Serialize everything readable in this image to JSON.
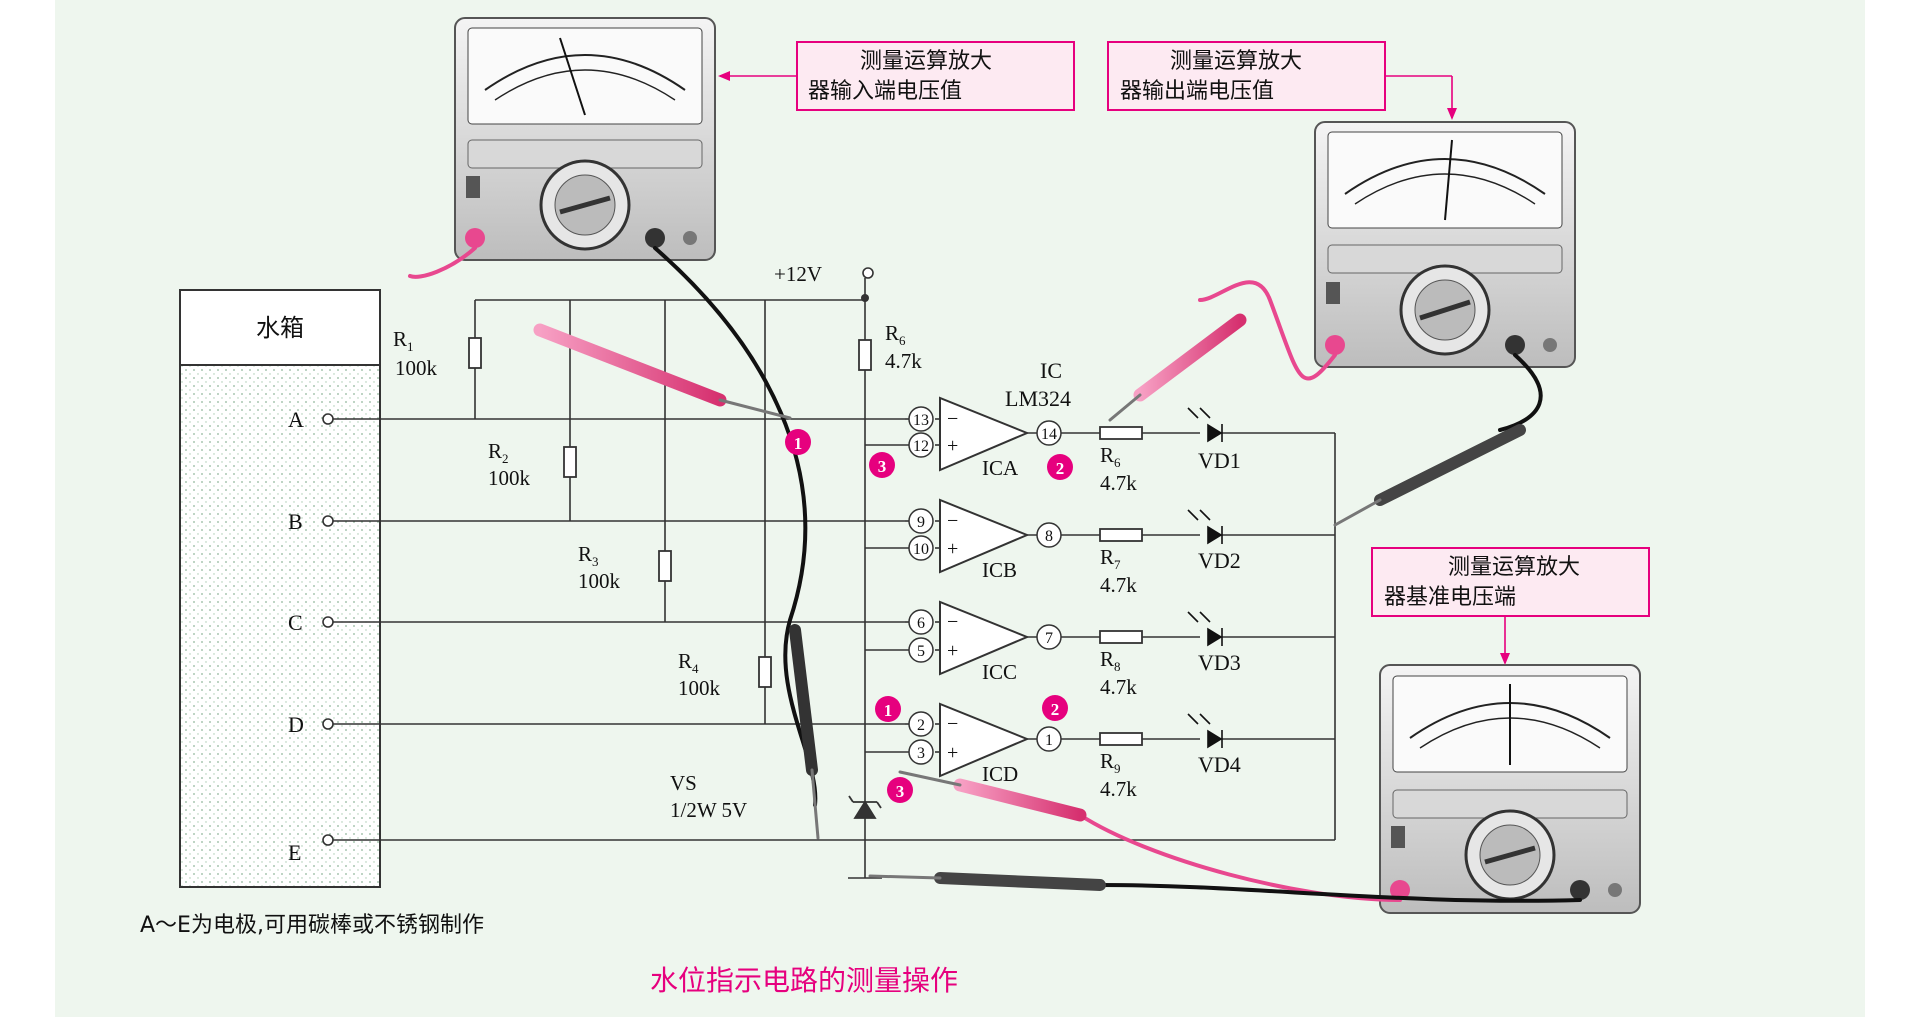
{
  "tank": {
    "title": "水箱"
  },
  "electrodes": [
    "A",
    "B",
    "C",
    "D",
    "E"
  ],
  "resistors_left": [
    {
      "name": "R",
      "sub": "1",
      "value": "100k"
    },
    {
      "name": "R",
      "sub": "2",
      "value": "100k"
    },
    {
      "name": "R",
      "sub": "3",
      "value": "100k"
    },
    {
      "name": "R",
      "sub": "4",
      "value": "100k"
    }
  ],
  "pullup": {
    "name": "R",
    "sub": "6",
    "value": "4.7k"
  },
  "supply": "+12V",
  "ic": {
    "line1": "IC",
    "line2": "LM324"
  },
  "opamps": [
    {
      "name": "ICA",
      "minus_pin": "13",
      "plus_pin": "12",
      "out_pin": "14"
    },
    {
      "name": "ICB",
      "minus_pin": "9",
      "plus_pin": "10",
      "out_pin": "8"
    },
    {
      "name": "ICC",
      "minus_pin": "6",
      "plus_pin": "5",
      "out_pin": "7"
    },
    {
      "name": "ICD",
      "minus_pin": "2",
      "plus_pin": "3",
      "out_pin": "1"
    }
  ],
  "opamp_signs": {
    "minus": "−",
    "plus": "+"
  },
  "out_resistors": [
    {
      "name": "R",
      "sub": "6",
      "value": "4.7k"
    },
    {
      "name": "R",
      "sub": "7",
      "value": "4.7k"
    },
    {
      "name": "R",
      "sub": "8",
      "value": "4.7k"
    },
    {
      "name": "R",
      "sub": "9",
      "value": "4.7k"
    }
  ],
  "leds": [
    "VD1",
    "VD2",
    "VD3",
    "VD4"
  ],
  "zener": {
    "line1": "VS",
    "line2": "1/2W 5V"
  },
  "markers": [
    "1",
    "2",
    "3",
    "1",
    "2",
    "3"
  ],
  "callouts": {
    "input": {
      "line1": "测量运算放大",
      "line2": "器输入端电压值"
    },
    "output": {
      "line1": "测量运算放大",
      "line2": "器输出端电压值"
    },
    "ref": {
      "line1": "测量运算放大",
      "line2": "器基准电压端"
    }
  },
  "footnote": "A～E为电极,可用碳棒或不锈钢制作",
  "caption": "水位指示电路的测量操作",
  "colors": {
    "background": "#eef6ee",
    "accent": "#e6007e",
    "callout_fill": "#fdeaf2",
    "probe_red": "#e8488f",
    "wire": "#333333"
  }
}
